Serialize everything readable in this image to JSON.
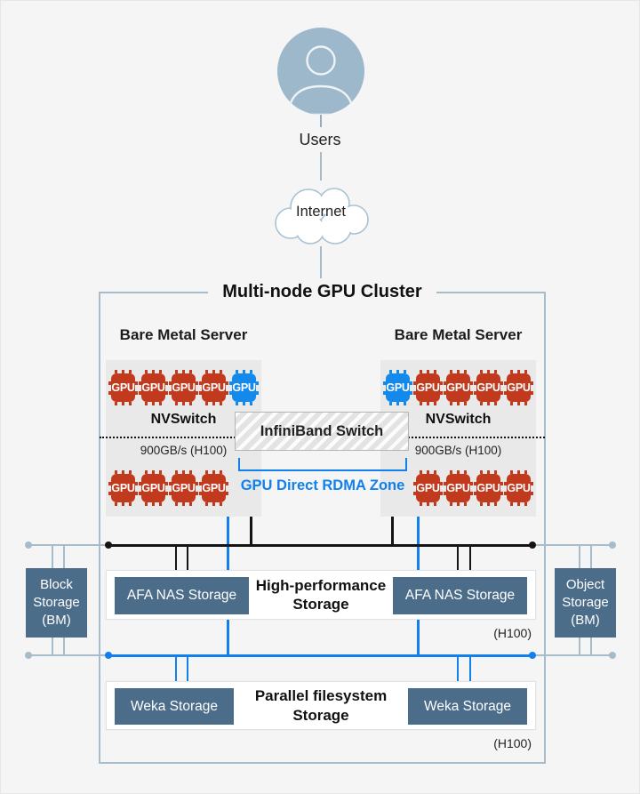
{
  "colors": {
    "background": "#f5f5f6",
    "accent_blue": "#1180ec",
    "chip_red": "#c23a1e",
    "chip_blue": "#1489ec",
    "slate": "#4b6d8a",
    "steel": "#a6bcca",
    "server_gray": "#e9e9ea",
    "avatar_blue": "#9db8cb",
    "black_line": "#141414"
  },
  "top": {
    "users_label": "Users",
    "internet_label": "Internet"
  },
  "cluster": {
    "title": "Multi-node GPU Cluster",
    "gpu_chip_label": "GPU",
    "infiniband_label": "InfiniBand Switch",
    "rdma_zone_label": "GPU Direct RDMA Zone",
    "servers": [
      {
        "label": "Bare Metal Server",
        "nvswitch_label": "NVSwitch",
        "bandwidth_label": "900GB/s (H100)",
        "gpu_rows": [
          [
            "red",
            "red",
            "red",
            "red",
            "blue"
          ],
          [
            "red",
            "red",
            "red",
            "red"
          ]
        ]
      },
      {
        "label": "Bare Metal Server",
        "nvswitch_label": "NVSwitch",
        "bandwidth_label": "900GB/s (H100)",
        "gpu_rows": [
          [
            "blue",
            "red",
            "red",
            "red",
            "red"
          ],
          [
            "red",
            "red",
            "red",
            "red"
          ]
        ]
      }
    ],
    "storage": {
      "high_performance": {
        "node_label": "AFA NAS Storage",
        "center_label": "High-performance\nStorage",
        "note": "(H100)"
      },
      "parallel": {
        "node_label": "Weka Storage",
        "center_label": "Parallel filesystem\nStorage",
        "note": "(H100)"
      }
    }
  },
  "side_storage": {
    "block": {
      "label": "Block\nStorage\n(BM)"
    },
    "object": {
      "label": "Object\nStorage\n(BM)"
    }
  }
}
